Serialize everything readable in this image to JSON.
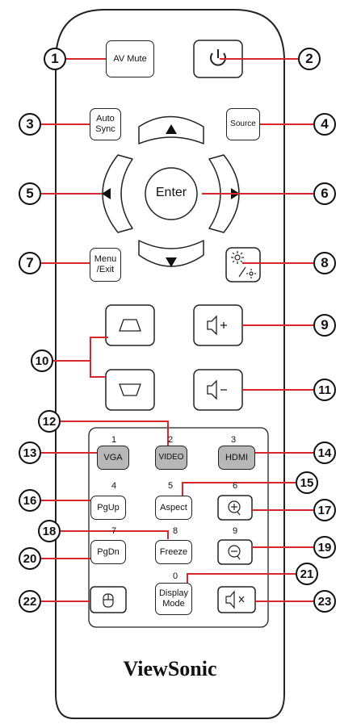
{
  "brand": "ViewSonic",
  "buttons": {
    "av_mute": "AV Mute",
    "auto_sync": [
      "Auto",
      "Sync"
    ],
    "source": "Source",
    "enter": "Enter",
    "menu_exit": [
      "Menu",
      "/Exit"
    ],
    "vga": "VGA",
    "video": "VIDEO",
    "hdmi": "HDMI",
    "pgup": "PgUp",
    "aspect": "Aspect",
    "pgdn": "PgDn",
    "freeze": "Freeze",
    "display_mode": [
      "Display",
      "Mode"
    ]
  },
  "digits": [
    "1",
    "2",
    "3",
    "4",
    "5",
    "6",
    "7",
    "8",
    "9",
    "0"
  ],
  "callouts": [
    "1",
    "2",
    "3",
    "4",
    "5",
    "6",
    "7",
    "8",
    "9",
    "10",
    "11",
    "12",
    "13",
    "14",
    "15",
    "16",
    "17",
    "18",
    "19",
    "20",
    "21",
    "22",
    "23"
  ],
  "icons": {
    "power": "power-icon",
    "up": "arrow-up-icon",
    "down": "arrow-down-icon",
    "left": "arrow-left-icon",
    "right": "arrow-right-icon",
    "brightness": "brightness-icon",
    "keystone_up": "keystone-top-icon",
    "keystone_down": "keystone-bottom-icon",
    "volume_up": "volume-up-icon",
    "volume_down": "volume-down-icon",
    "zoom_in": "zoom-in-icon",
    "zoom_out": "zoom-out-icon",
    "mouse": "mouse-icon",
    "mute": "mute-icon"
  },
  "colors": {
    "callout_line": "#d7262e",
    "outline": "#222222",
    "input_button_fill": "#b7b7b7"
  }
}
